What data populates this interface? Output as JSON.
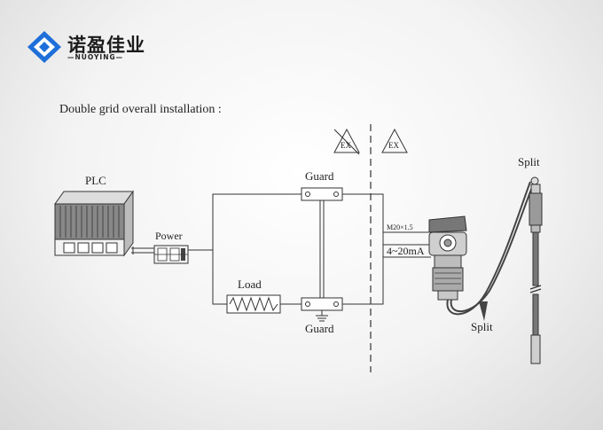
{
  "logo": {
    "cn": "诺盈佳业",
    "en": "—NUOYING—"
  },
  "heading": "Double  grid overall installation :",
  "labels": {
    "plc": "PLC",
    "power": "Power",
    "load": "Load",
    "guard_top": "Guard",
    "guard_bottom": "Guard",
    "ex_crossed": "EX",
    "ex": "EX",
    "thread": "M20×1.5",
    "signal": "4~20mA",
    "split_top": "Split",
    "split_bottom": "Split"
  },
  "colors": {
    "logo_blue": "#1e6fd9",
    "line": "#333333",
    "device": "#555555"
  }
}
